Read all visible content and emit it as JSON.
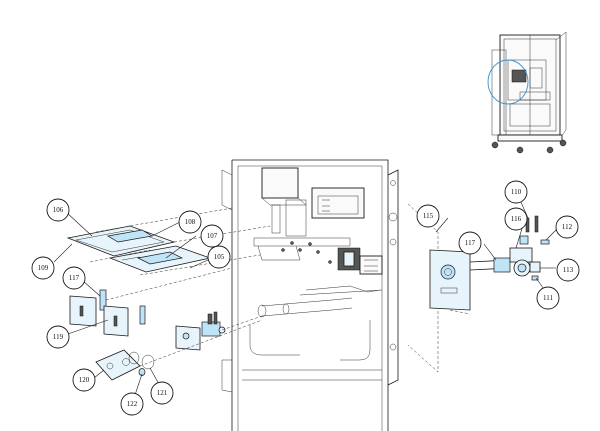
{
  "callouts": {
    "c106": "106",
    "c108": "108",
    "c107": "107",
    "c109": "109",
    "c105": "105",
    "c117a": "117",
    "c119": "119",
    "c120": "120",
    "c122": "122",
    "c121": "121",
    "c110": "110",
    "c116": "116",
    "c112": "112",
    "c115": "115",
    "c117b": "117",
    "c113": "113",
    "c111": "111"
  },
  "colors": {
    "part_fill": "#e8f4fb",
    "highlight_fill": "#bfe3f7",
    "detail_circle": "#3a8fd0",
    "line": "#1a1a1a"
  }
}
